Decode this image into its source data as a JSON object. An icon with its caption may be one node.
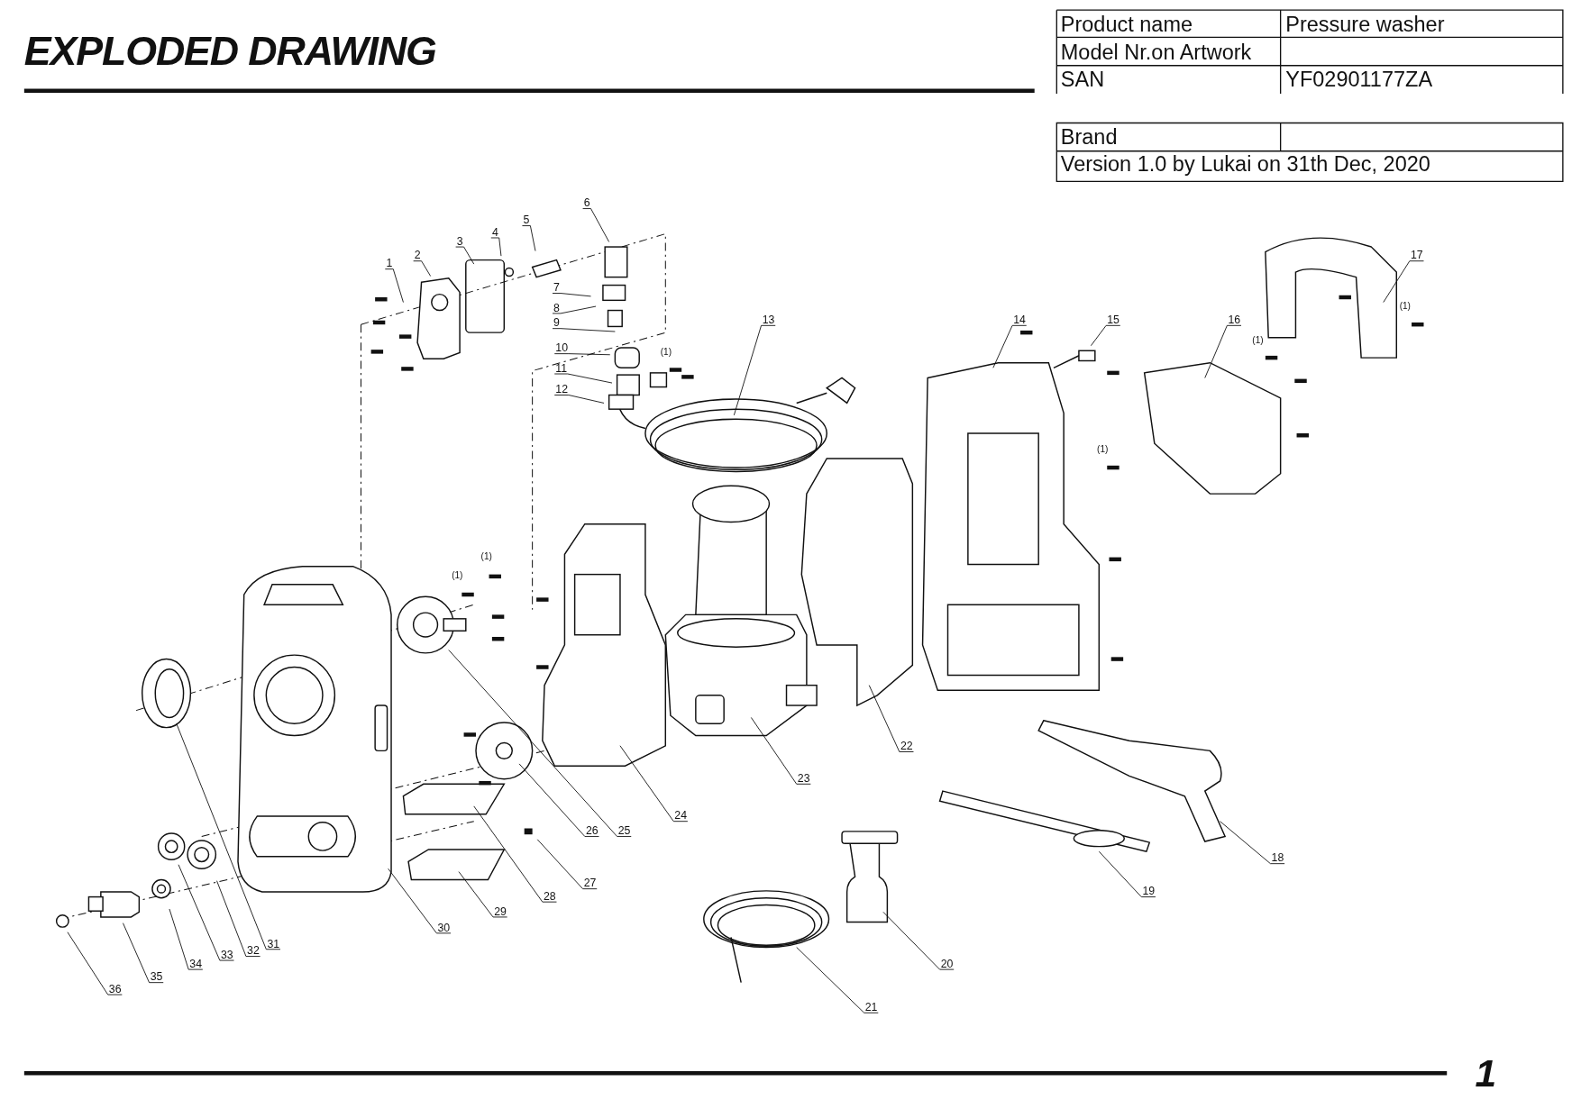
{
  "diagram": {
    "title": "EXPLODED DRAWING",
    "nodes": [
      {
        "text": [
          "1"
        ]
      },
      {
        "text": [
          "2"
        ]
      },
      {
        "text": [
          "3"
        ]
      },
      {
        "text": [
          "4"
        ]
      },
      {
        "text": [
          "5"
        ]
      },
      {
        "text": [
          "6"
        ]
      },
      {
        "text": [
          "7"
        ]
      },
      {
        "text": [
          "8"
        ]
      },
      {
        "text": [
          "9"
        ]
      },
      {
        "text": [
          "10"
        ]
      },
      {
        "text": [
          "11"
        ]
      },
      {
        "text": [
          "12"
        ]
      },
      {
        "text": [
          "13"
        ]
      },
      {
        "text": [
          "14"
        ]
      },
      {
        "text": [
          "15"
        ]
      },
      {
        "text": [
          "16"
        ]
      },
      {
        "text": [
          "17"
        ]
      },
      {
        "text": [
          "18"
        ]
      },
      {
        "text": [
          "19"
        ]
      },
      {
        "text": [
          "20"
        ]
      },
      {
        "text": [
          "21"
        ]
      },
      {
        "text": [
          "22"
        ]
      },
      {
        "text": [
          "23"
        ]
      },
      {
        "text": [
          "24"
        ]
      },
      {
        "text": [
          "25"
        ]
      },
      {
        "text": [
          "26"
        ]
      },
      {
        "text": [
          "27"
        ]
      },
      {
        "text": [
          "28"
        ]
      },
      {
        "text": [
          "29"
        ]
      },
      {
        "text": [
          "30"
        ]
      },
      {
        "text": [
          "31"
        ]
      },
      {
        "text": [
          "32"
        ]
      },
      {
        "text": [
          "33"
        ]
      },
      {
        "text": [
          "34"
        ]
      },
      {
        "text": [
          "35"
        ]
      },
      {
        "text": [
          "36"
        ]
      }
    ],
    "edges": [
      {
        "from": 0,
        "to": null,
        "arrow": "none"
      },
      {
        "from": 1,
        "to": null,
        "arrow": "none"
      },
      {
        "from": 2,
        "to": null,
        "arrow": "none"
      },
      {
        "from": 3,
        "to": null,
        "arrow": "none"
      },
      {
        "from": 4,
        "to": null,
        "arrow": "none"
      },
      {
        "from": 5,
        "to": null,
        "arrow": "none"
      },
      {
        "from": 6,
        "to": null,
        "arrow": "none"
      },
      {
        "from": 7,
        "to": null,
        "arrow": "none"
      },
      {
        "from": 8,
        "to": null,
        "arrow": "none"
      },
      {
        "from": 9,
        "to": null,
        "arrow": "none"
      },
      {
        "from": 10,
        "to": null,
        "arrow": "none"
      },
      {
        "from": 11,
        "to": null,
        "arrow": "none"
      },
      {
        "from": 12,
        "to": null,
        "arrow": "none"
      },
      {
        "from": 13,
        "to": null,
        "arrow": "none"
      },
      {
        "from": 14,
        "to": null,
        "arrow": "none"
      },
      {
        "from": 15,
        "to": null,
        "arrow": "none"
      },
      {
        "from": 16,
        "to": null,
        "arrow": "none"
      },
      {
        "from": 17,
        "to": null,
        "arrow": "none"
      },
      {
        "from": 18,
        "to": null,
        "arrow": "none"
      },
      {
        "from": 19,
        "to": null,
        "arrow": "none"
      },
      {
        "from": 20,
        "to": null,
        "arrow": "none"
      },
      {
        "from": 21,
        "to": null,
        "arrow": "none"
      },
      {
        "from": 22,
        "to": null,
        "arrow": "none"
      },
      {
        "from": 23,
        "to": null,
        "arrow": "none"
      },
      {
        "from": 24,
        "to": null,
        "arrow": "none"
      },
      {
        "from": 25,
        "to": null,
        "arrow": "none"
      },
      {
        "from": 26,
        "to": null,
        "arrow": "none"
      },
      {
        "from": 27,
        "to": null,
        "arrow": "none"
      },
      {
        "from": 28,
        "to": null,
        "arrow": "none"
      },
      {
        "from": 29,
        "to": null,
        "arrow": "none"
      },
      {
        "from": 30,
        "to": null,
        "arrow": "none"
      },
      {
        "from": 31,
        "to": null,
        "arrow": "none"
      },
      {
        "from": 32,
        "to": null,
        "arrow": "none"
      },
      {
        "from": 33,
        "to": null,
        "arrow": "none"
      },
      {
        "from": 34,
        "to": null,
        "arrow": "none"
      },
      {
        "from": 35,
        "to": null,
        "arrow": "none"
      }
    ],
    "labels": [
      "Product name",
      "Pressure washer",
      "Model Nr.on Artwork",
      "SAN",
      "YF02901177ZA",
      "Brand",
      "Version 1.0 by Lukai on 31th Dec, 2020",
      "(1)",
      "(1)",
      "(1)",
      "(1)",
      "(1)",
      "(1)",
      "1"
    ]
  }
}
